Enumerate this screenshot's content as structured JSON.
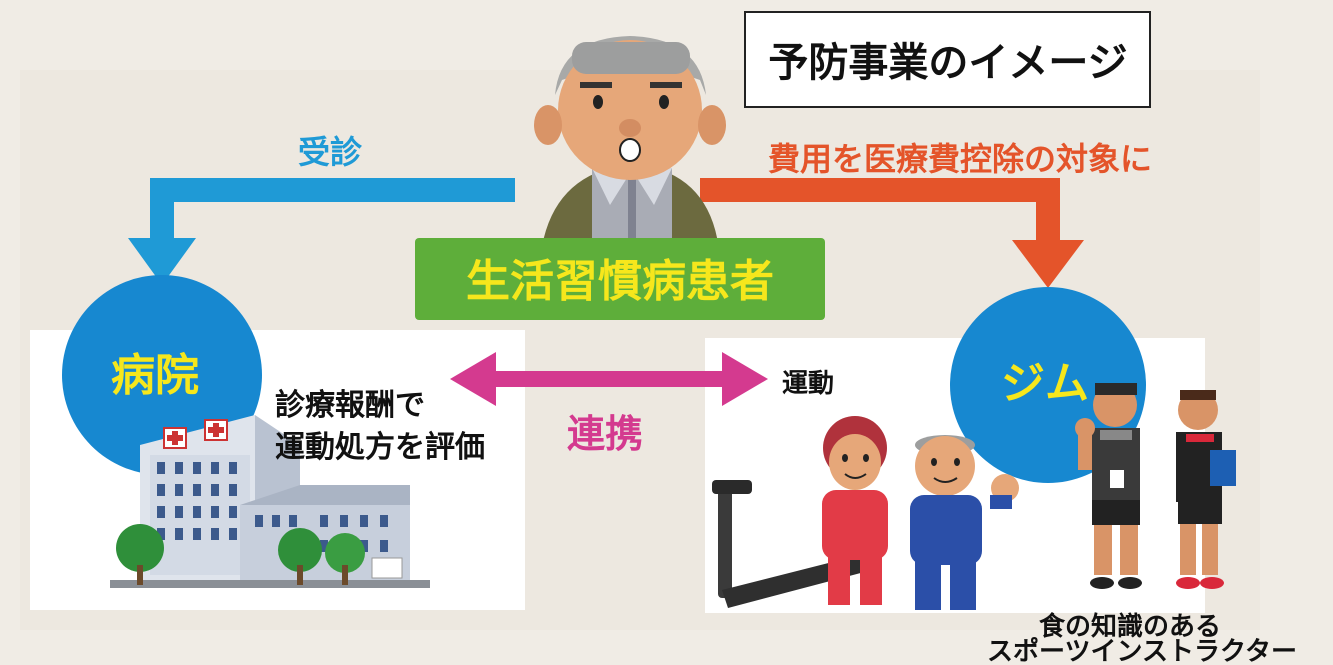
{
  "title": "予防事業のイメージ",
  "patient_label": "生活習慣病患者",
  "consult_label": "受診",
  "deduction_label": "費用を医療費控除の対象に",
  "hospital_label": "病院",
  "gym_label": "ジム",
  "cooperation_label": "連携",
  "hospital_note": [
    "診療報酬で",
    "運動処方を評価"
  ],
  "exercise_label": "運動",
  "instructor_caption": [
    "食の知識のある",
    "スポーツインストラクター"
  ],
  "colors": {
    "blue_arrow": "#1f9ad6",
    "orange_arrow": "#e4542a",
    "magenta": "#d43a8f",
    "green_label": "#5eae3a",
    "circle_blue": "#1788d0",
    "yellow_text": "#f6e71c"
  }
}
